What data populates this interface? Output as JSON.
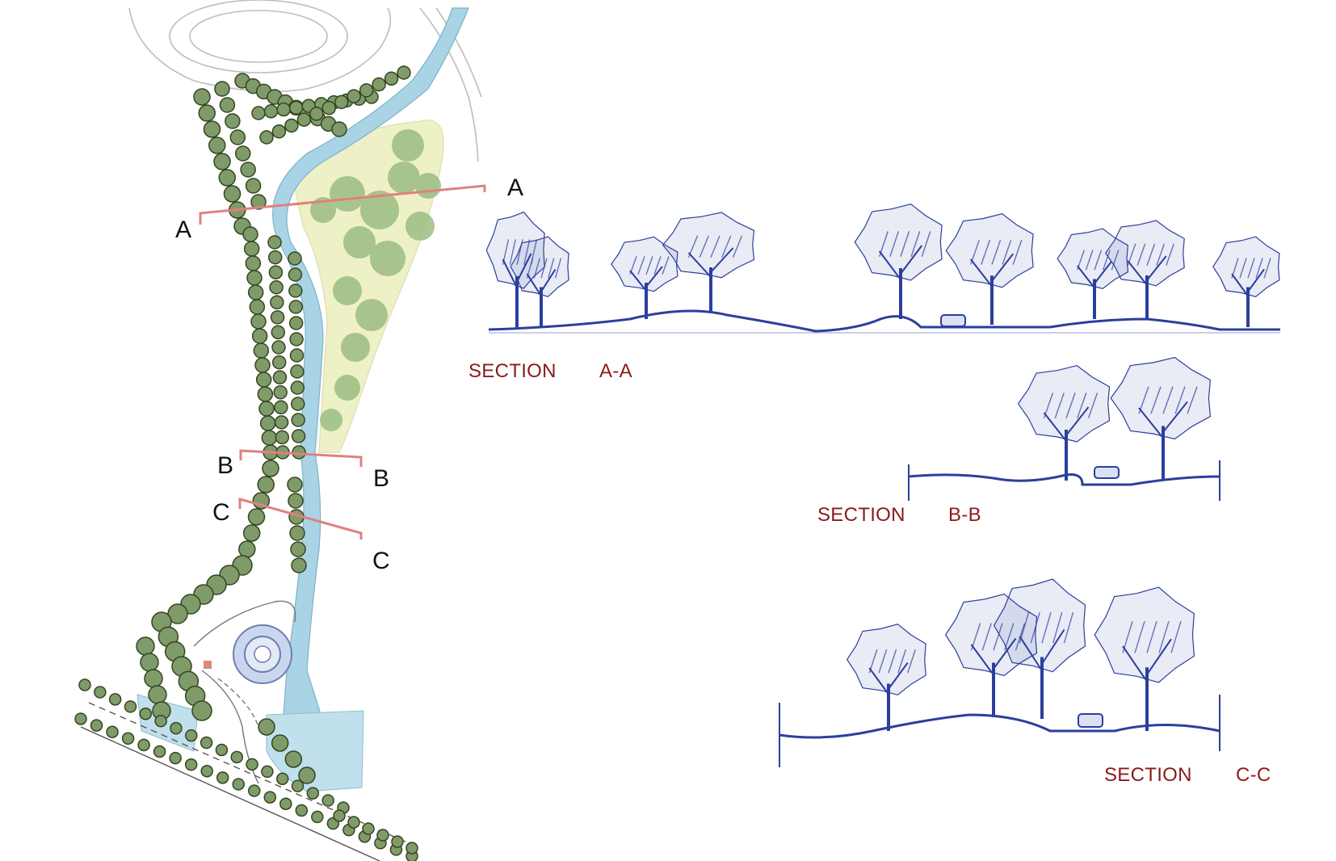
{
  "cuts": [
    {
      "id": "A",
      "start_label": "A",
      "end_label": "A"
    },
    {
      "id": "B",
      "start_label": "B",
      "end_label": "B"
    },
    {
      "id": "C",
      "start_label": "C",
      "end_label": "C"
    }
  ],
  "sections": [
    {
      "word": "SECTION",
      "tag": "A-A"
    },
    {
      "word": "SECTION",
      "tag": "B-B"
    },
    {
      "word": "SECTION",
      "tag": "C-C"
    }
  ],
  "colors": {
    "cut_line": "#e08080",
    "section_label": "#8b1a1a",
    "sketch_ink": "#2c3f9e",
    "water": "#a8d4e6",
    "tree_fill": "#7f9b6a",
    "meadow": "#eef0c6",
    "tree_outline": "#35451f"
  }
}
